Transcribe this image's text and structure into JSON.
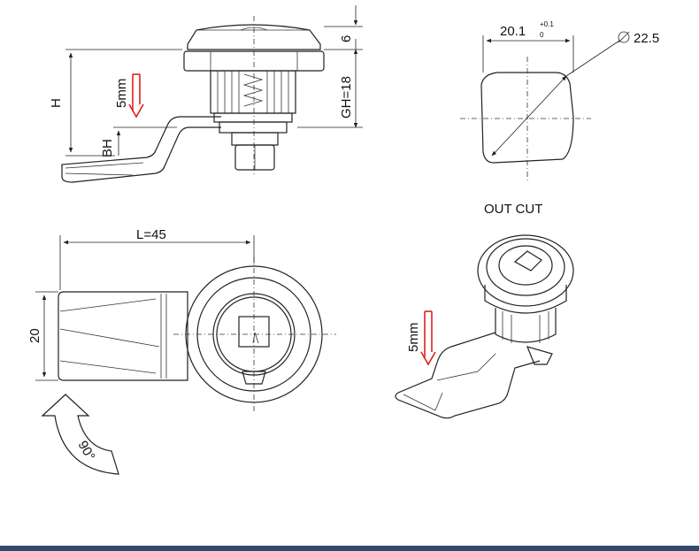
{
  "labels": {
    "h": "H",
    "bh": "BH",
    "five_mm_top": "5mm",
    "six": "6",
    "gh": "GH=18",
    "cutout_width": "20.1",
    "tol_upper": "+0.1",
    "tol_lower": "0",
    "diameter": "22.5",
    "out_cut": "OUT CUT",
    "length": "L=45",
    "width": "20",
    "rotation": "90°",
    "five_mm_iso": "5mm"
  },
  "colors": {
    "line": "#222222",
    "accent_red": "#e02020",
    "bar": "#2f4a6d"
  }
}
